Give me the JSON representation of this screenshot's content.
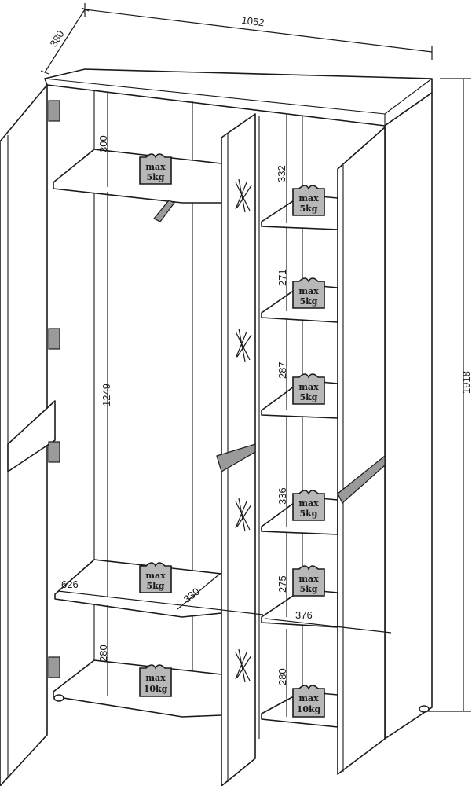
{
  "dimensions": {
    "depth": "380",
    "width": "1052",
    "height": "1918",
    "top_left_compartment": "300",
    "hanging_space": "1249",
    "bottom_left_compartment": "280",
    "left_shelf_width": "626",
    "left_shelf_depth": "330",
    "right_shelf_1": "332",
    "right_shelf_2": "271",
    "right_shelf_3": "287",
    "right_shelf_4": "336",
    "right_shelf_5": "275",
    "right_shelf_width": "376",
    "right_bottom": "280"
  },
  "load_labels": {
    "max": "max",
    "kg5": "5kg",
    "kg10": "10kg"
  }
}
